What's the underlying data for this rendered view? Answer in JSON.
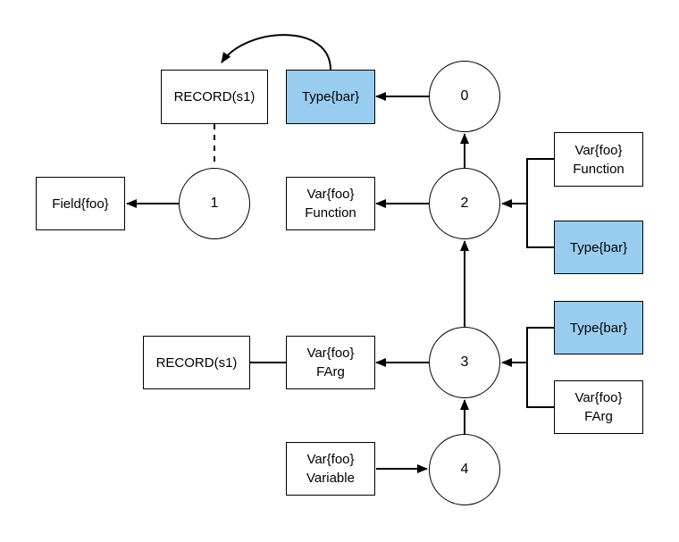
{
  "colors": {
    "highlight": "#99cdf0",
    "stroke": "#000000",
    "background": "#ffffff"
  },
  "nodes": {
    "n0": "0",
    "n1": "1",
    "n2": "2",
    "n3": "3",
    "n4": "4"
  },
  "boxes": {
    "record_top": {
      "line1": "RECORD(s1)"
    },
    "type_top": {
      "line1": "Type{bar}"
    },
    "field_foo": {
      "line1": "Field{foo}"
    },
    "var_function_left": {
      "line1": "Var{foo}",
      "line2": "Function"
    },
    "var_function_right": {
      "line1": "Var{foo}",
      "line2": "Function"
    },
    "type_right_2": {
      "line1": "Type{bar}"
    },
    "record_bottom": {
      "line1": "RECORD(s1)"
    },
    "var_farg_left": {
      "line1": "Var{foo}",
      "line2": "FArg"
    },
    "type_right_3": {
      "line1": "Type{bar}"
    },
    "var_farg_right": {
      "line1": "Var{foo}",
      "line2": "FArg"
    },
    "var_variable": {
      "line1": "Var{foo}",
      "line2": "Variable"
    }
  }
}
